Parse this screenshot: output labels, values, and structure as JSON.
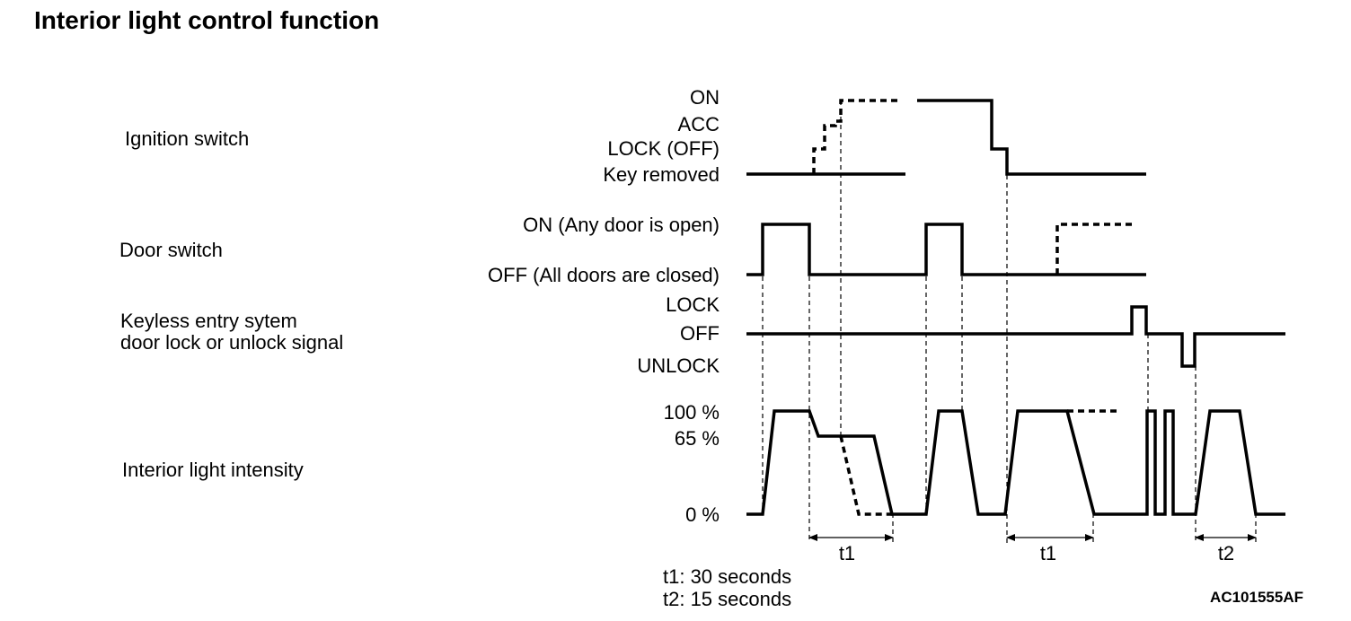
{
  "title": "Interior light control function",
  "signals": {
    "ignition": {
      "name": "Ignition switch",
      "levels": [
        "ON",
        "ACC",
        "LOCK (OFF)",
        "Key removed"
      ]
    },
    "door": {
      "name": "Door switch",
      "levels": [
        "ON (Any door is open)",
        "OFF (All doors are closed)"
      ]
    },
    "keyless": {
      "name_line1": "Keyless entry sytem",
      "name_line2": "door lock or unlock signal",
      "levels": [
        "LOCK",
        "OFF",
        "UNLOCK"
      ]
    },
    "light": {
      "name": "Interior light intensity",
      "levels": [
        "100 %",
        "65 %",
        "0 %"
      ]
    }
  },
  "intervals": [
    "t1",
    "t1",
    "t2"
  ],
  "notes": [
    "t1: 30 seconds",
    "t2: 15 seconds"
  ],
  "figure_code": "AC101555AF"
}
